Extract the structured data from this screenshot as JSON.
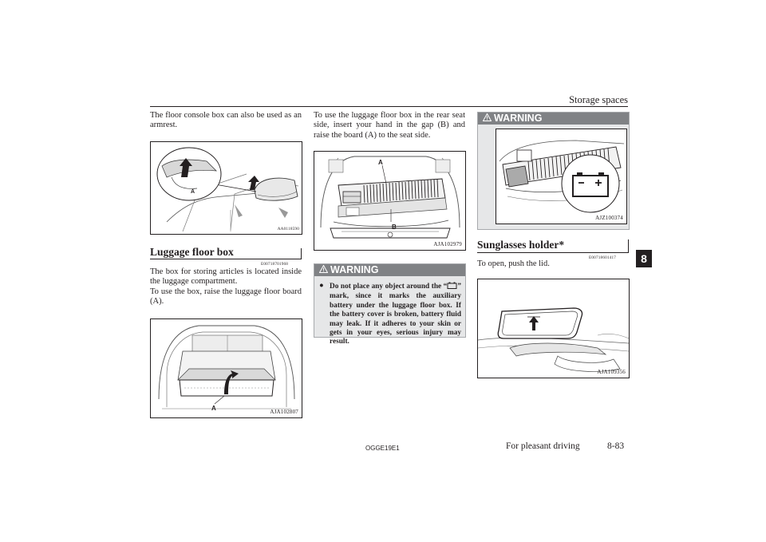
{
  "header": {
    "title": "Storage spaces",
    "chapter": "8"
  },
  "col1": {
    "intro": "The floor console box can also be used as an armrest.",
    "fig1": {
      "code": "AA0118590",
      "label_a": "A"
    },
    "section": {
      "title": "Luggage floor box",
      "code": "E00718701968"
    },
    "text": "The box for storing articles is located inside the luggage compartment.\nTo use the box, raise the luggage floor board (A).",
    "fig2": {
      "code": "AJA102807",
      "label_a": "A"
    }
  },
  "col2": {
    "text": "To use the luggage floor box in the rear seat side, insert your hand in the gap (B) and raise the board (A) to the seat side.",
    "fig3": {
      "code": "AJA102979",
      "label_a": "A",
      "label_b": "B"
    },
    "warning": {
      "title": "WARNING",
      "bullet": "●",
      "text_before": "Do not place any object around the “",
      "text_after": "” mark, since it marks the auxiliary battery under the luggage floor box. If the battery cover is broken, battery fluid may leak. If it adheres to your skin or gets in your eyes, serious injury may result."
    }
  },
  "col3": {
    "warning": {
      "title": "WARNING",
      "fig_code": "AJZ100374"
    },
    "section": {
      "title": "Sunglasses holder*",
      "code": "E00718601417"
    },
    "text": "To open, push the lid.",
    "fig": {
      "code": "AJA109356"
    }
  },
  "footer": {
    "code": "OGGE19E1",
    "section": "For pleasant driving",
    "page": "8-83"
  }
}
